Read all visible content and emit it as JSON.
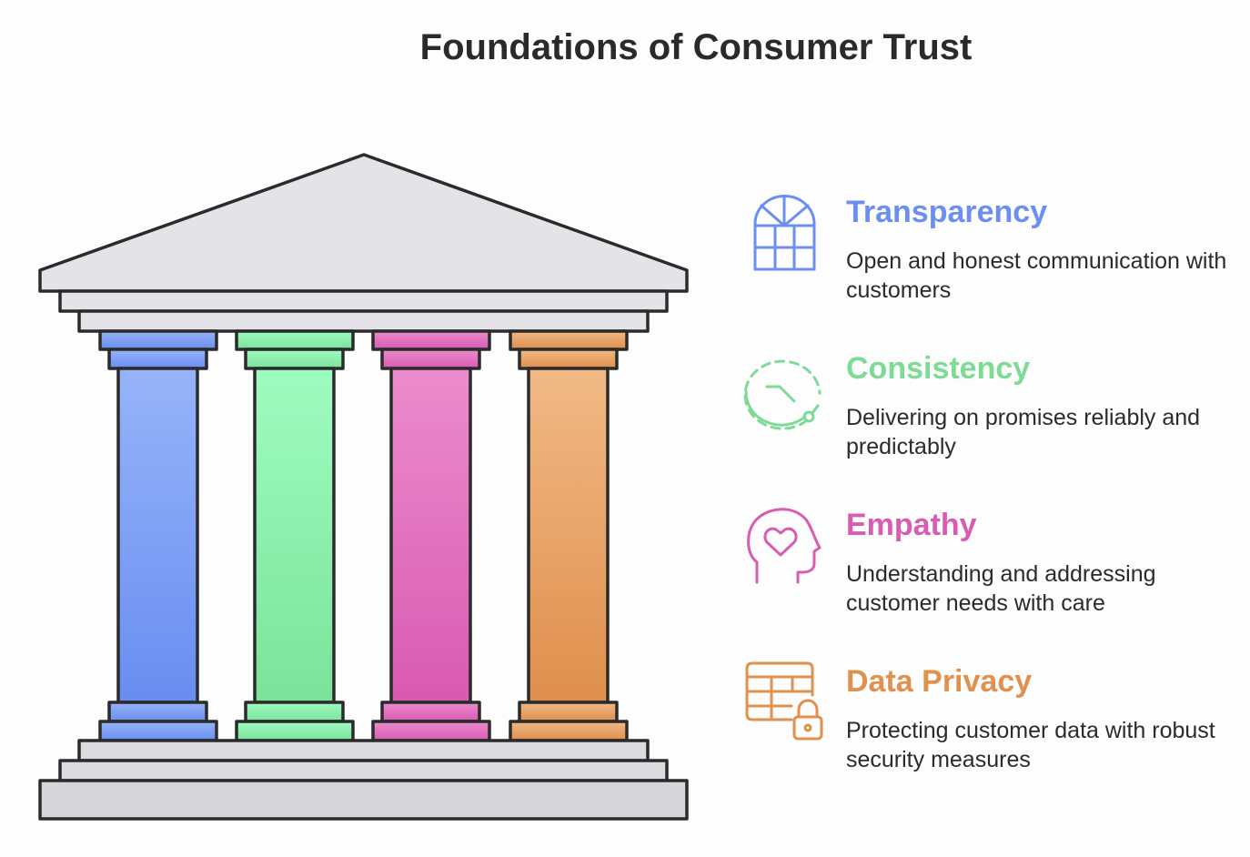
{
  "title": "Foundations of Consumer Trust",
  "colors": {
    "blue": "#6b8ff0",
    "green": "#7ddb96",
    "pink": "#d95cb3",
    "orange": "#e0914e",
    "roof": "#e4e3e7",
    "stroke": "#2b2b2b"
  },
  "pillars": [
    {
      "heading": "Transparency",
      "description": "Open and honest communication with customers",
      "icon": "arched-window-icon",
      "color": "#6b8ff0"
    },
    {
      "heading": "Consistency",
      "description": "Delivering on promises reliably and predictably",
      "icon": "dashed-cycle-icon",
      "color": "#7ddb96"
    },
    {
      "heading": "Empathy",
      "description": "Understanding and addressing customer needs with care",
      "icon": "head-heart-icon",
      "color": "#d95cb3"
    },
    {
      "heading": "Data Privacy",
      "description": "Protecting customer data with robust security measures",
      "icon": "table-lock-icon",
      "color": "#e0914e"
    }
  ]
}
